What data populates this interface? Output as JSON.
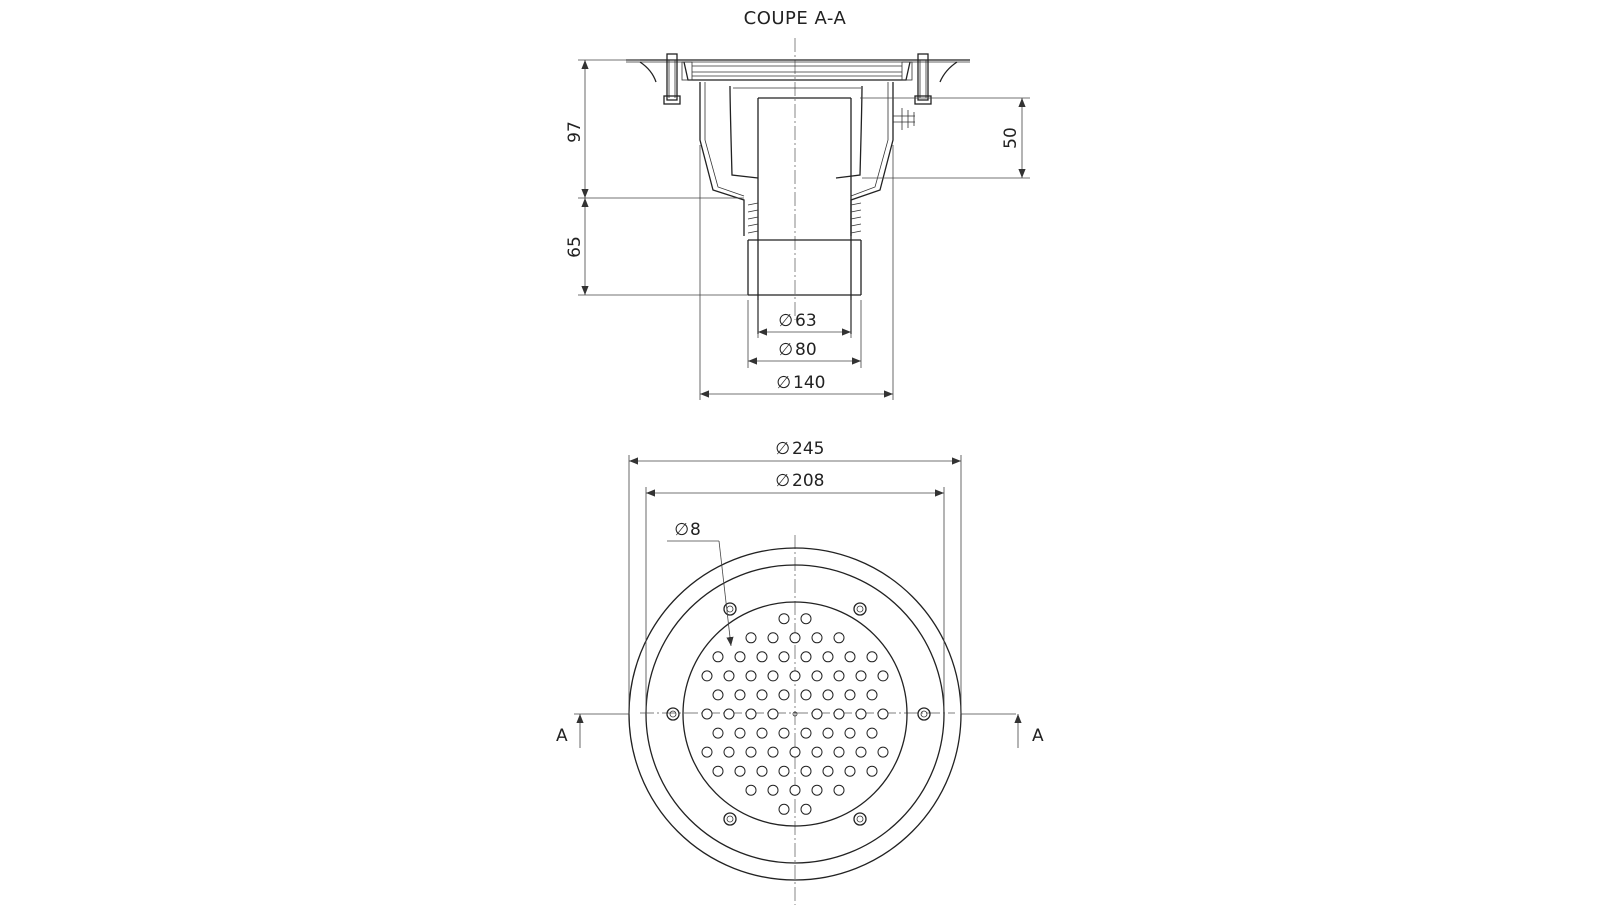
{
  "section_title": "COUPE A-A",
  "section_view": {
    "dim_97": "97",
    "dim_65": "65",
    "dim_50": "50",
    "dia_63": "63",
    "dia_80": "80",
    "dia_140": "140"
  },
  "plan_view": {
    "dia_245": "245",
    "dia_208": "208",
    "dia_8": "8",
    "cut_label_left": "A",
    "cut_label_right": "A"
  },
  "diameter_symbol": "∅"
}
